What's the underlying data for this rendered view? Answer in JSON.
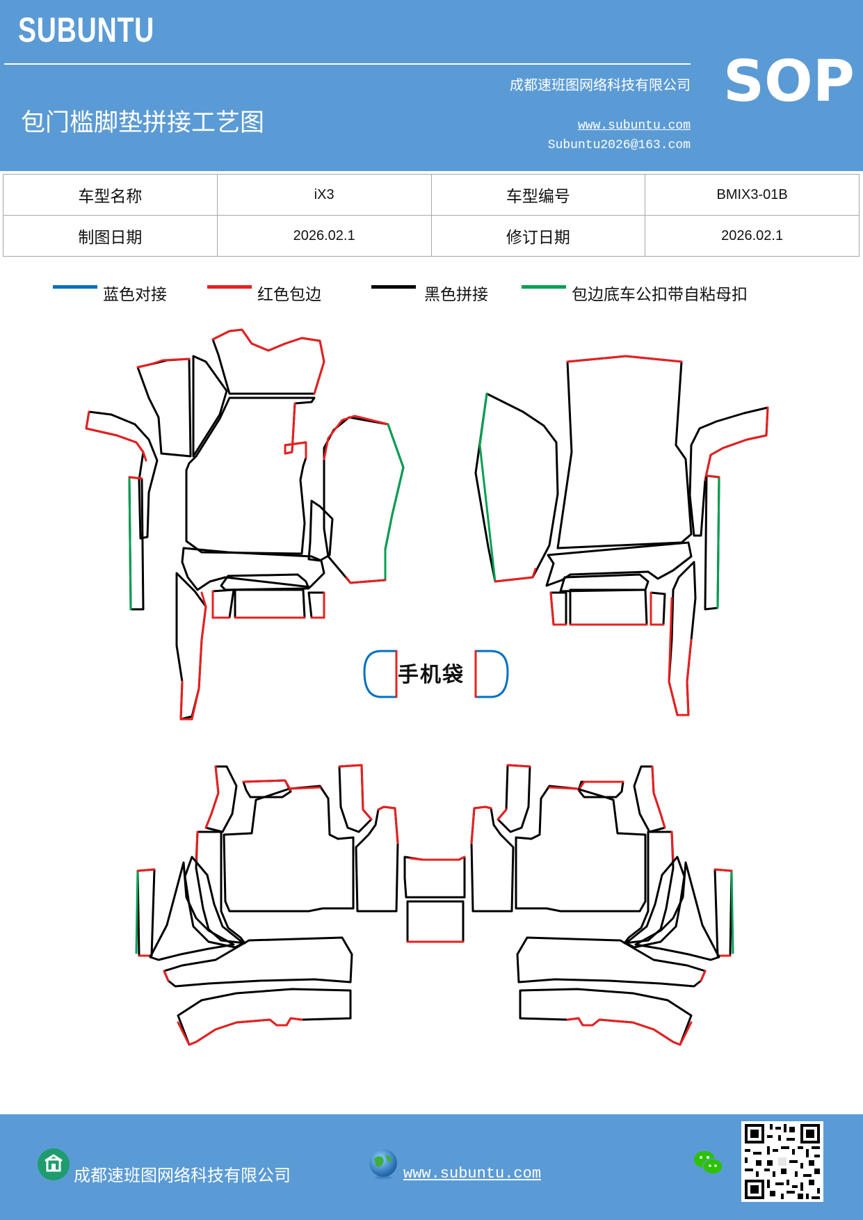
{
  "header": {
    "brand": "SUBUNTU",
    "sop": "SOP",
    "company": "成都速班图网络科技有限公司",
    "title": "包门槛脚垫拼接工艺图",
    "website": "www.subuntu.com",
    "email": "Subuntu2026@163.com"
  },
  "info": {
    "model_name_label": "车型名称",
    "model_name": "iX3",
    "model_code_label": "车型编号",
    "model_code": "BMIX3-01B",
    "draw_date_label": "制图日期",
    "draw_date": "2026.02.1",
    "revise_date_label": "修订日期",
    "revise_date": "2026.02.1"
  },
  "legend": [
    {
      "label": "蓝色对接",
      "color": "#0070c0"
    },
    {
      "label": "红色包边",
      "color": "#e82020"
    },
    {
      "label": "黑色拼接",
      "color": "#000000"
    },
    {
      "label": "包边底车公扣带自粘母扣",
      "color": "#00a050"
    }
  ],
  "diagram": {
    "pocket_label": "手机袋"
  },
  "footer": {
    "company": "成都速班图网络科技有限公司",
    "website": "www.subuntu.com ",
    "home_icon": "building-icon",
    "globe_icon": "globe-icon",
    "wechat_icon": "wechat-icon"
  }
}
